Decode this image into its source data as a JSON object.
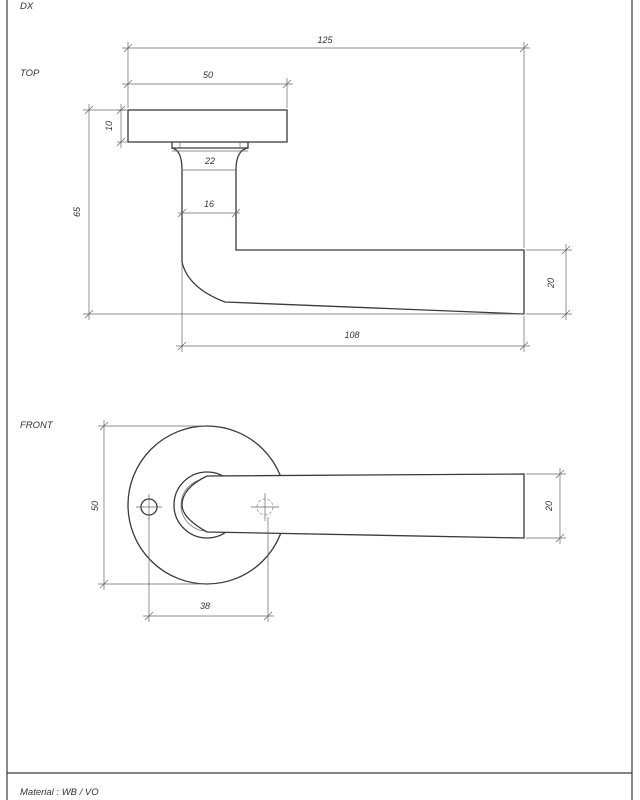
{
  "header": {
    "side": "DX"
  },
  "views": {
    "top": {
      "label": "TOP",
      "dims": {
        "total_length": "125",
        "rose_width": "50",
        "rose_thickness": "10",
        "neck_diameter": "22",
        "shank_diameter": "16",
        "projection": "65",
        "lever_thickness": "20",
        "lever_length": "108"
      }
    },
    "front": {
      "label": "FRONT",
      "dims": {
        "rose_diameter": "50",
        "lever_height": "20",
        "center_distance": "38"
      }
    }
  },
  "footer": {
    "material": "Material : WB / VO"
  },
  "colors": {
    "line": "#3a3a3a",
    "dimension": "#666666",
    "background": "#ffffff"
  }
}
